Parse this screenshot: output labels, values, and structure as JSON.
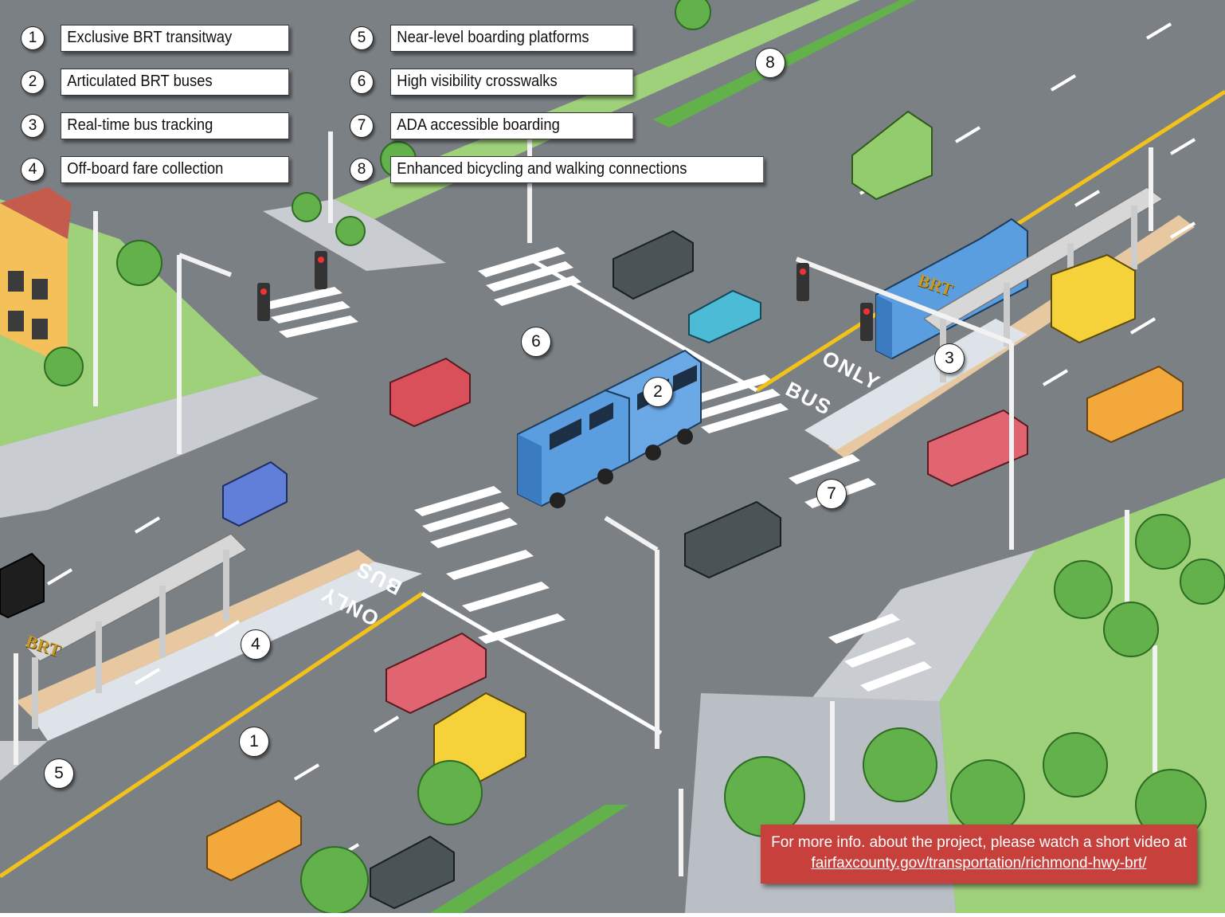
{
  "legend": {
    "items": [
      {
        "number": "1",
        "label": "Exclusive BRT transitway"
      },
      {
        "number": "2",
        "label": "Articulated BRT buses"
      },
      {
        "number": "3",
        "label": "Real-time bus tracking"
      },
      {
        "number": "4",
        "label": "Off-board fare collection"
      },
      {
        "number": "5",
        "label": "Near-level boarding platforms"
      },
      {
        "number": "6",
        "label": "High visibility crosswalks"
      },
      {
        "number": "7",
        "label": "ADA accessible boarding"
      },
      {
        "number": "8",
        "label": "Enhanced bicycling and walking connections"
      }
    ]
  },
  "callouts": [
    "1",
    "2",
    "3",
    "4",
    "5",
    "6",
    "7",
    "8"
  ],
  "road_markings": {
    "lane_word_1": "ONLY",
    "lane_word_2": "BUS"
  },
  "signs": {
    "station_sign": "BRT"
  },
  "info_banner": {
    "line1": "For more info. about the project, please watch a short video at",
    "link": "fairfaxcounty.gov/transportation/richmond-hwy-brt/"
  },
  "colors": {
    "road": "#6e7377",
    "sidewalk": "#c9cdd1",
    "grass": "#8fc46a",
    "bus": "#5b9ee0",
    "banner": "#c8403b",
    "center_line": "#f2c21b"
  }
}
